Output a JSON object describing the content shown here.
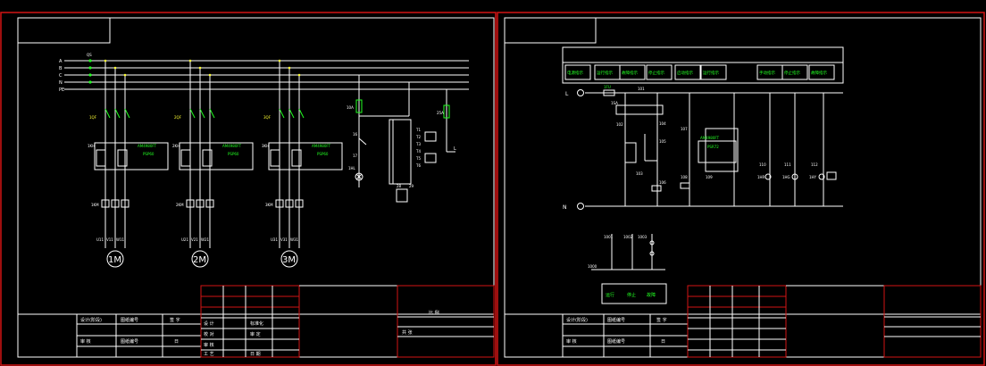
{
  "sheet1": {
    "bus_labels": [
      "A",
      "B",
      "C",
      "N",
      "PE"
    ],
    "main_switch": "QS",
    "motors": [
      {
        "name": "1M",
        "breaker": "1QF",
        "relay": "1KH",
        "relay_model": "PSP60",
        "relay_code": "AM4980FT",
        "contactor": "1KM",
        "terminals": [
          "U11",
          "V11",
          "W11"
        ]
      },
      {
        "name": "2M",
        "breaker": "2QF",
        "relay": "2KH",
        "relay_model": "PSP60",
        "relay_code": "AM4980FT",
        "contactor": "2KM",
        "terminals": [
          "U21",
          "V21",
          "W21"
        ]
      },
      {
        "name": "3M",
        "breaker": "3QF",
        "relay": "3KH",
        "relay_model": "PSP60",
        "relay_code": "AM4980FT",
        "contactor": "3KM",
        "terminals": [
          "U31",
          "V31",
          "W31"
        ]
      }
    ],
    "control": {
      "fuse1": "10A",
      "wire1": "16",
      "wire2": "17",
      "lamp": "1HL",
      "fuse2": "25A",
      "out": "L",
      "pin1": "28",
      "pin2": "29"
    },
    "title_block": {
      "row1": [
        "设计(阶段)",
        "图纸编号",
        "签 字"
      ],
      "row2": [
        "审 核",
        "图纸编号",
        "日"
      ],
      "labels": [
        "设 计",
        "校 对",
        "审 核",
        "工 艺",
        "标准化",
        "审 定",
        "日 期",
        "比 例",
        "共 张"
      ]
    }
  },
  "sheet2": {
    "top_labels": [
      "电源指示",
      "运行指示",
      "故障指示",
      "停止指示",
      "启动指示",
      "运行指示",
      "手动指示",
      "停止指示",
      "故障指示"
    ],
    "L": "L",
    "N": "N",
    "nodes": [
      "101",
      "102",
      "103",
      "104",
      "105",
      "106",
      "107",
      "108",
      "109",
      "110",
      "111",
      "112"
    ],
    "fuse": "1FU",
    "sa": "1SA",
    "relay_model": "PSR72",
    "relay_code": "AM4980FT",
    "lamps": [
      "1HR",
      "1HG",
      "1HY"
    ],
    "bottom_nodes": [
      "1001",
      "1002",
      "1003"
    ],
    "bottom_label": "1000",
    "bottom_buttons": [
      "运行",
      "停止",
      "故障"
    ],
    "title_block": {
      "row1": [
        "设计(阶段)",
        "图纸编号",
        "签 字"
      ],
      "row2": [
        "审 核",
        "图纸编号",
        "日"
      ]
    }
  }
}
